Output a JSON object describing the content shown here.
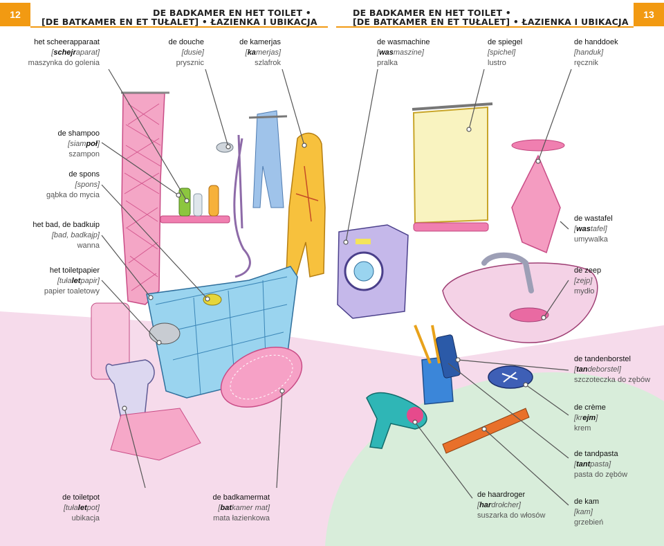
{
  "header": {
    "left_page_number": "12",
    "right_page_number": "13",
    "left_title_line1": "DE BADKAMER EN HET TOILET •",
    "left_title_line2": "[DE BATKAMER EN ET TUŁALET] • ŁAZIENKA I UBIKACJA",
    "right_title_line1": "DE BADKAMER EN HET TOILET •",
    "right_title_line2": "[DE BATKAMER EN ET TUŁALET] • ŁAZIENKA I UBIKACJA"
  },
  "colors": {
    "accent": "#f29a12",
    "pink_floor": "#f5d8ea",
    "green_floor": "#d7ecd9",
    "ink": "#333333"
  },
  "labels": {
    "scheerapparaat": {
      "word": "het scheerapparaat",
      "pron_pre": "[",
      "pron_bold": "schejr",
      "pron_post": "aparat]",
      "translation": "maszynka do golenia"
    },
    "douche": {
      "word": "de douche",
      "pron_pre": "[dusie]",
      "pron_bold": "",
      "pron_post": "",
      "translation": "prysznic"
    },
    "kamerjas": {
      "word": "de kamerjas",
      "pron_pre": "[",
      "pron_bold": "ka",
      "pron_post": "merjas]",
      "translation": "szlafrok"
    },
    "wasmachine": {
      "word": "de wasmachine",
      "pron_pre": "[",
      "pron_bold": "was",
      "pron_post": "maszine]",
      "translation": "pralka"
    },
    "spiegel": {
      "word": "de spiegel",
      "pron_pre": "[spichel]",
      "pron_bold": "",
      "pron_post": "",
      "translation": "lustro"
    },
    "handdoek": {
      "word": "de handdoek",
      "pron_pre": "[handuk]",
      "pron_bold": "",
      "pron_post": "",
      "translation": "ręcznik"
    },
    "shampoo": {
      "word": "de shampoo",
      "pron_pre": "[siam",
      "pron_bold": "poł",
      "pron_post": "]",
      "translation": "szampon"
    },
    "spons": {
      "word": "de spons",
      "pron_pre": "[spons]",
      "pron_bold": "",
      "pron_post": "",
      "translation": "gąbka do mycia"
    },
    "bad": {
      "word": "het bad, de badkuip",
      "pron_pre": "[bad, badkajp]",
      "pron_bold": "",
      "pron_post": "",
      "translation": "wanna"
    },
    "toiletpapier": {
      "word": "het toiletpapier",
      "pron_pre": "[tuła",
      "pron_bold": "let",
      "pron_post": "papir]",
      "translation": "papier toaletowy"
    },
    "wastafel": {
      "word": "de wastafel",
      "pron_pre": "[",
      "pron_bold": "was",
      "pron_post": "tafel]",
      "translation": "umywalka"
    },
    "zeep": {
      "word": "de zeep",
      "pron_pre": "[zejp]",
      "pron_bold": "",
      "pron_post": "",
      "translation": "mydło"
    },
    "tandenborstel": {
      "word": "de tandenborstel",
      "pron_pre": "[",
      "pron_bold": "tan",
      "pron_post": "deborstel]",
      "translation": "szczoteczka do zębów"
    },
    "creme": {
      "word": "de crème",
      "pron_pre": "[kr",
      "pron_bold": "ejm",
      "pron_post": "]",
      "translation": "krem"
    },
    "tandpasta": {
      "word": "de tandpasta",
      "pron_pre": "[",
      "pron_bold": "tant",
      "pron_post": "pasta]",
      "translation": "pasta do zębów"
    },
    "toiletpot": {
      "word": "de toiletpot",
      "pron_pre": "[tuła",
      "pron_bold": "let",
      "pron_post": "pot]",
      "translation": "ubikacja"
    },
    "badkamermat": {
      "word": "de badkamermat",
      "pron_pre": "[",
      "pron_bold": "bat",
      "pron_post": "kamer mat]",
      "translation": "mata łazienkowa"
    },
    "haardroger": {
      "word": "de haardroger",
      "pron_pre": "[",
      "pron_bold": "har",
      "pron_post": "drołcher]",
      "translation": "suszarka do włosów"
    },
    "kam": {
      "word": "de kam",
      "pron_pre": "[kam]",
      "pron_bold": "",
      "pron_post": "",
      "translation": "grzebień"
    }
  }
}
